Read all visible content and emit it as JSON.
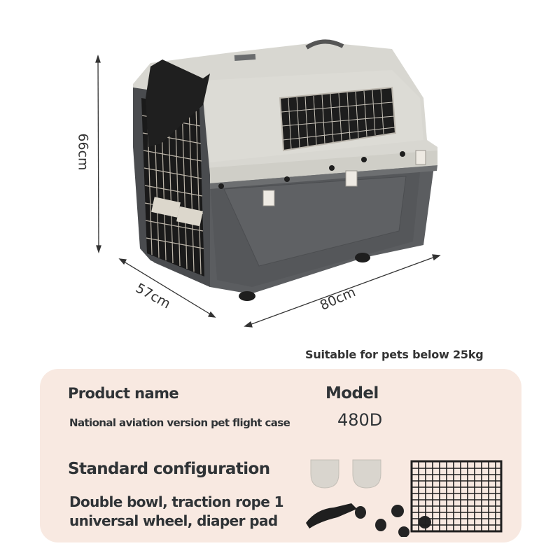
{
  "product_image": {
    "description": "pet flight case carrier",
    "colors": {
      "top_shell": "#d9d8d2",
      "bottom_shell": "#5a5c5e",
      "door_wire": "#b9b3a8",
      "strap": "#1f1f1f"
    }
  },
  "dimensions": {
    "height": "66cm",
    "depth": "57cm",
    "width": "80cm"
  },
  "suitability": "Suitable for pets below 25kg",
  "info_card": {
    "background": "#f8e9e1",
    "product_name_label": "Product name",
    "product_name_value": "National aviation version pet flight case",
    "model_label": "Model",
    "model_value": "480D",
    "config_label": "Standard configuration",
    "config_value_line1": "Double bowl, traction rope 1",
    "config_value_line2": "universal wheel, diaper pad"
  },
  "accessories": [
    {
      "name": "bowl",
      "count": 2
    },
    {
      "name": "traction rope",
      "count": 1
    },
    {
      "name": "universal wheel",
      "count": 4
    },
    {
      "name": "diaper pad grid",
      "count": 1
    }
  ]
}
